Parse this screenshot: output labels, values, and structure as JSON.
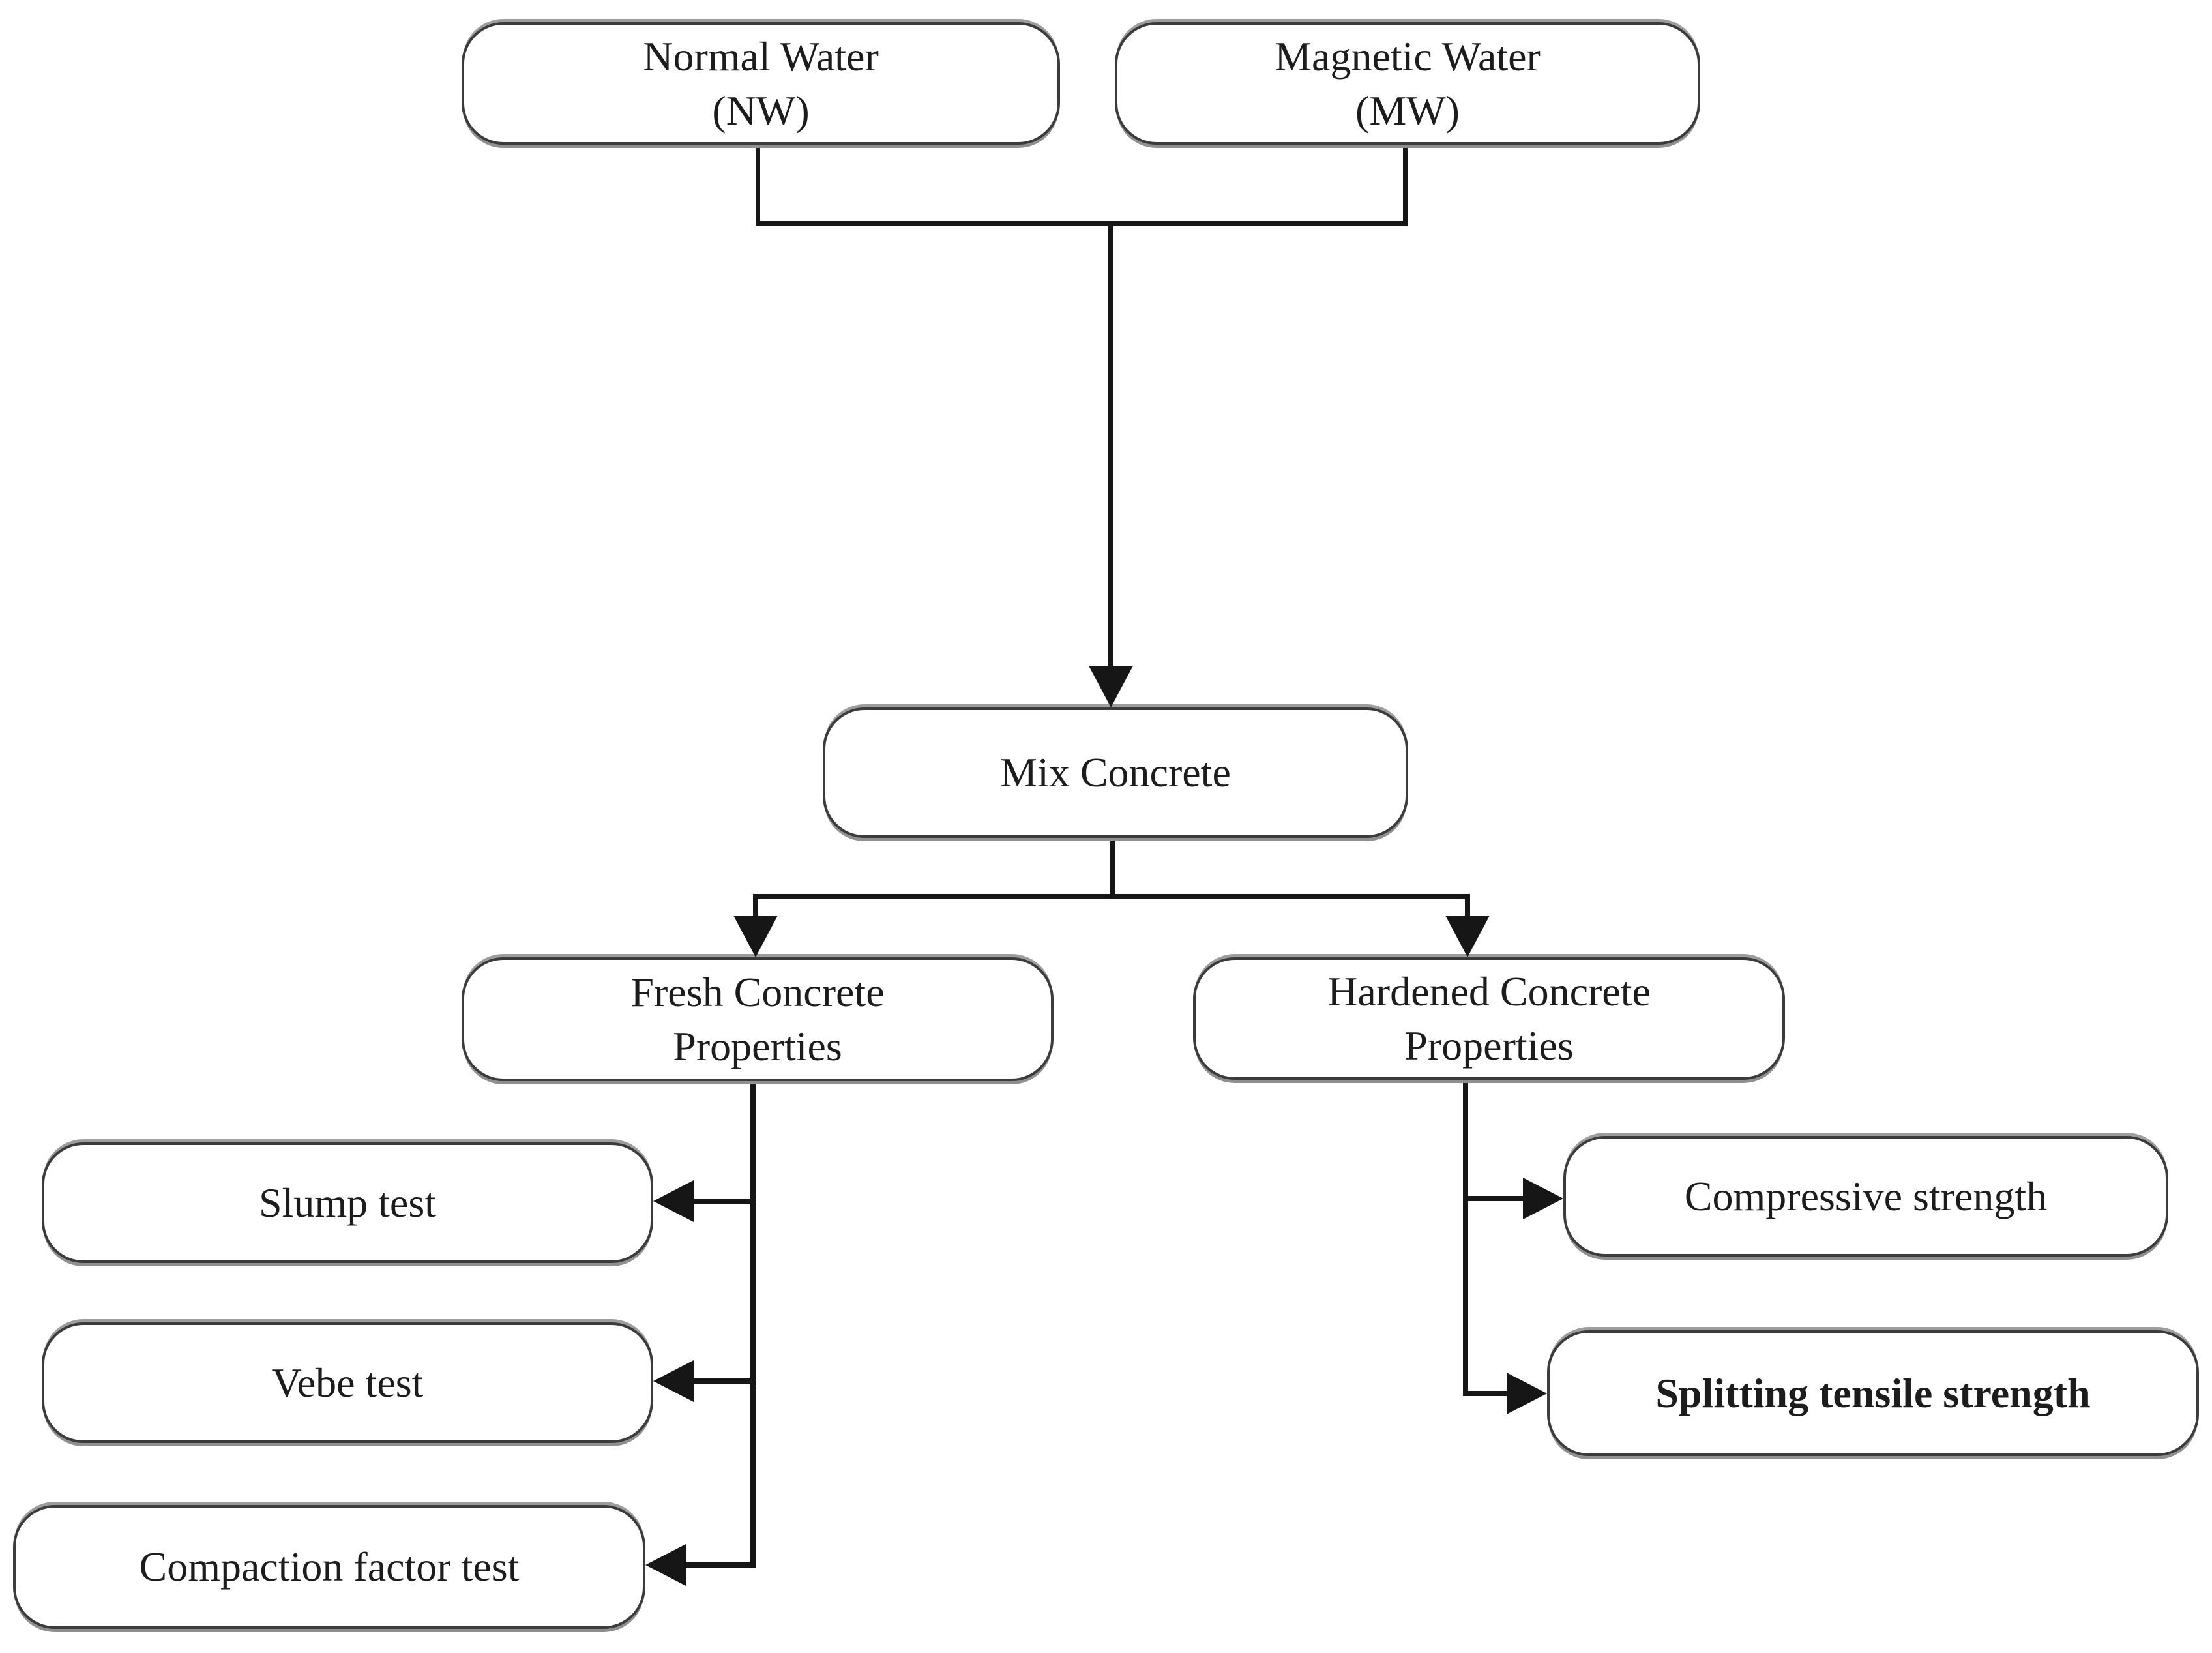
{
  "nodes": {
    "normal_water": {
      "line1": "Normal Water",
      "line2": "(NW)"
    },
    "magnetic_water": {
      "line1": "Magnetic Water",
      "line2": "(MW)"
    },
    "mix_concrete": {
      "line1": "Mix Concrete"
    },
    "fresh_properties": {
      "line1": "Fresh Concrete",
      "line2": "Properties"
    },
    "hardened_properties": {
      "line1": "Hardened Concrete",
      "line2": "Properties"
    },
    "slump_test": {
      "line1": "Slump test"
    },
    "vebe_test": {
      "line1": "Vebe test"
    },
    "compaction_test": {
      "line1": "Compaction factor test"
    },
    "compressive_strength": {
      "line1": "Compressive strength"
    },
    "splitting_strength": {
      "line1": "Splitting tensile strength"
    }
  },
  "edges": [
    {
      "from": "normal_water",
      "to": "mix_concrete"
    },
    {
      "from": "magnetic_water",
      "to": "mix_concrete"
    },
    {
      "from": "mix_concrete",
      "to": "fresh_properties"
    },
    {
      "from": "mix_concrete",
      "to": "hardened_properties"
    },
    {
      "from": "fresh_properties",
      "to": "slump_test"
    },
    {
      "from": "fresh_properties",
      "to": "vebe_test"
    },
    {
      "from": "fresh_properties",
      "to": "compaction_test"
    },
    {
      "from": "hardened_properties",
      "to": "compressive_strength"
    },
    {
      "from": "hardened_properties",
      "to": "splitting_strength"
    }
  ],
  "colors": {
    "background": "#ffffff",
    "box_fill": "#ffffff",
    "box_border": "#3b3b3b",
    "box_shadow": "#8f8f8f",
    "connector": "#161616",
    "text": "#1c1c1c"
  }
}
